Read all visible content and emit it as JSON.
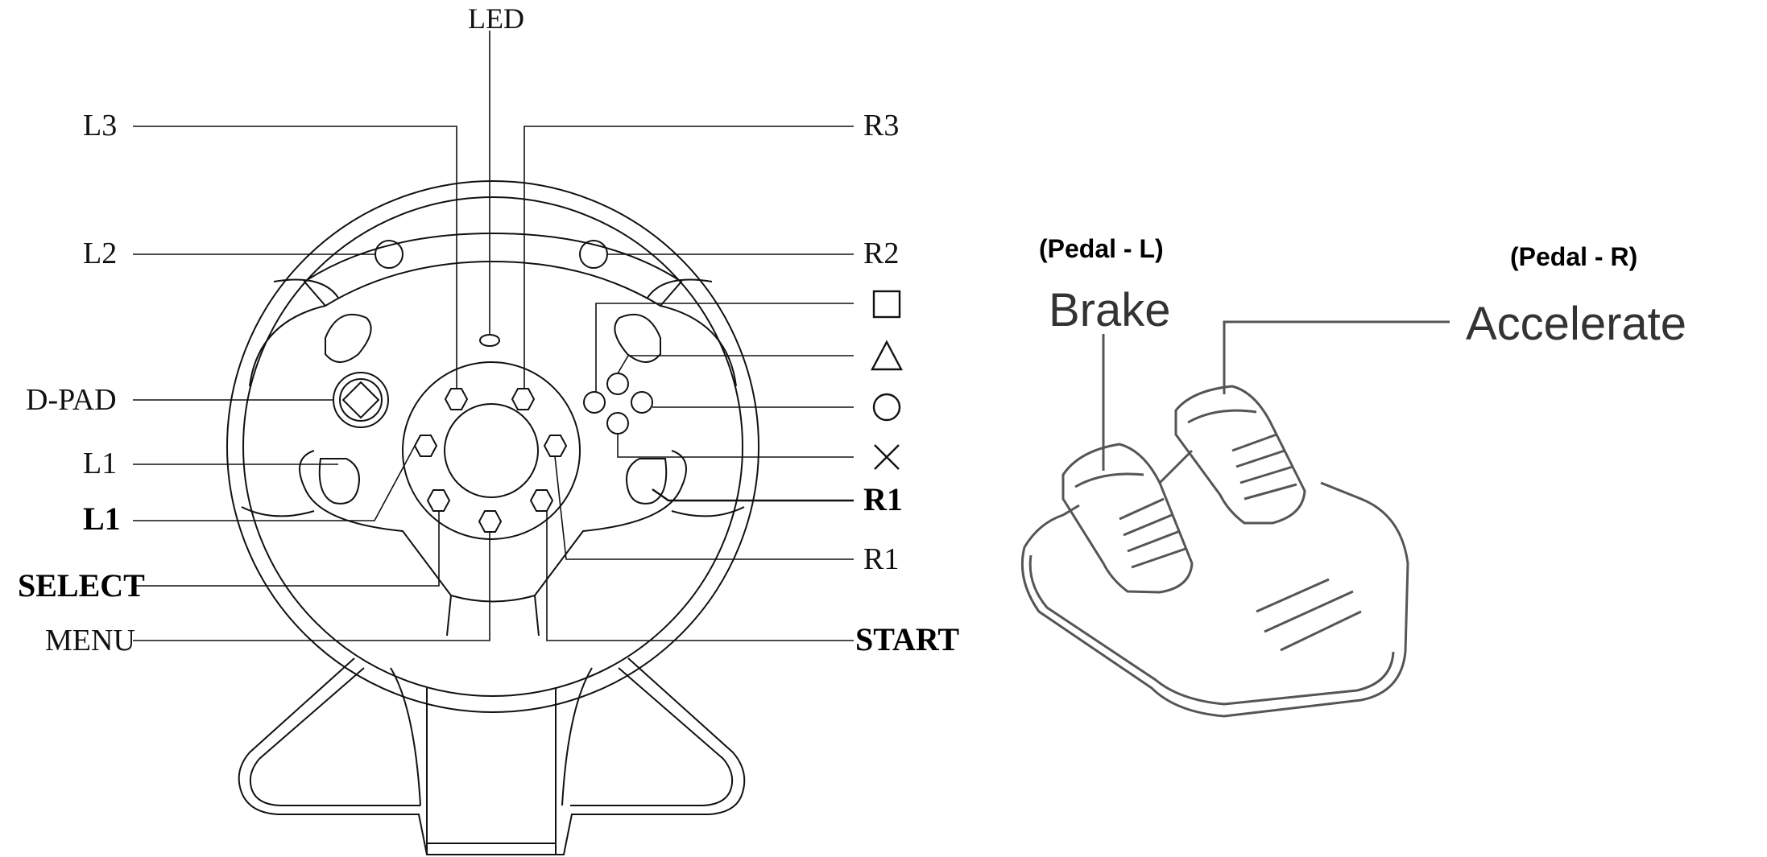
{
  "wheel": {
    "labels": {
      "led": "LED",
      "l3": "L3",
      "r3": "R3",
      "l2": "L2",
      "r2": "R2",
      "dpad": "D-PAD",
      "l1_top": "L1",
      "l1_bottom": "L1",
      "select": "SELECT",
      "menu": "MENU",
      "r1_top": "R1",
      "r1_bottom": "R1",
      "start": "START"
    },
    "face_buttons": [
      "square",
      "triangle",
      "circle",
      "cross"
    ]
  },
  "pedals": {
    "left_caption": "(Pedal - L)",
    "right_caption": "(Pedal - R)",
    "left_label": "Brake",
    "right_label": "Accelerate"
  }
}
